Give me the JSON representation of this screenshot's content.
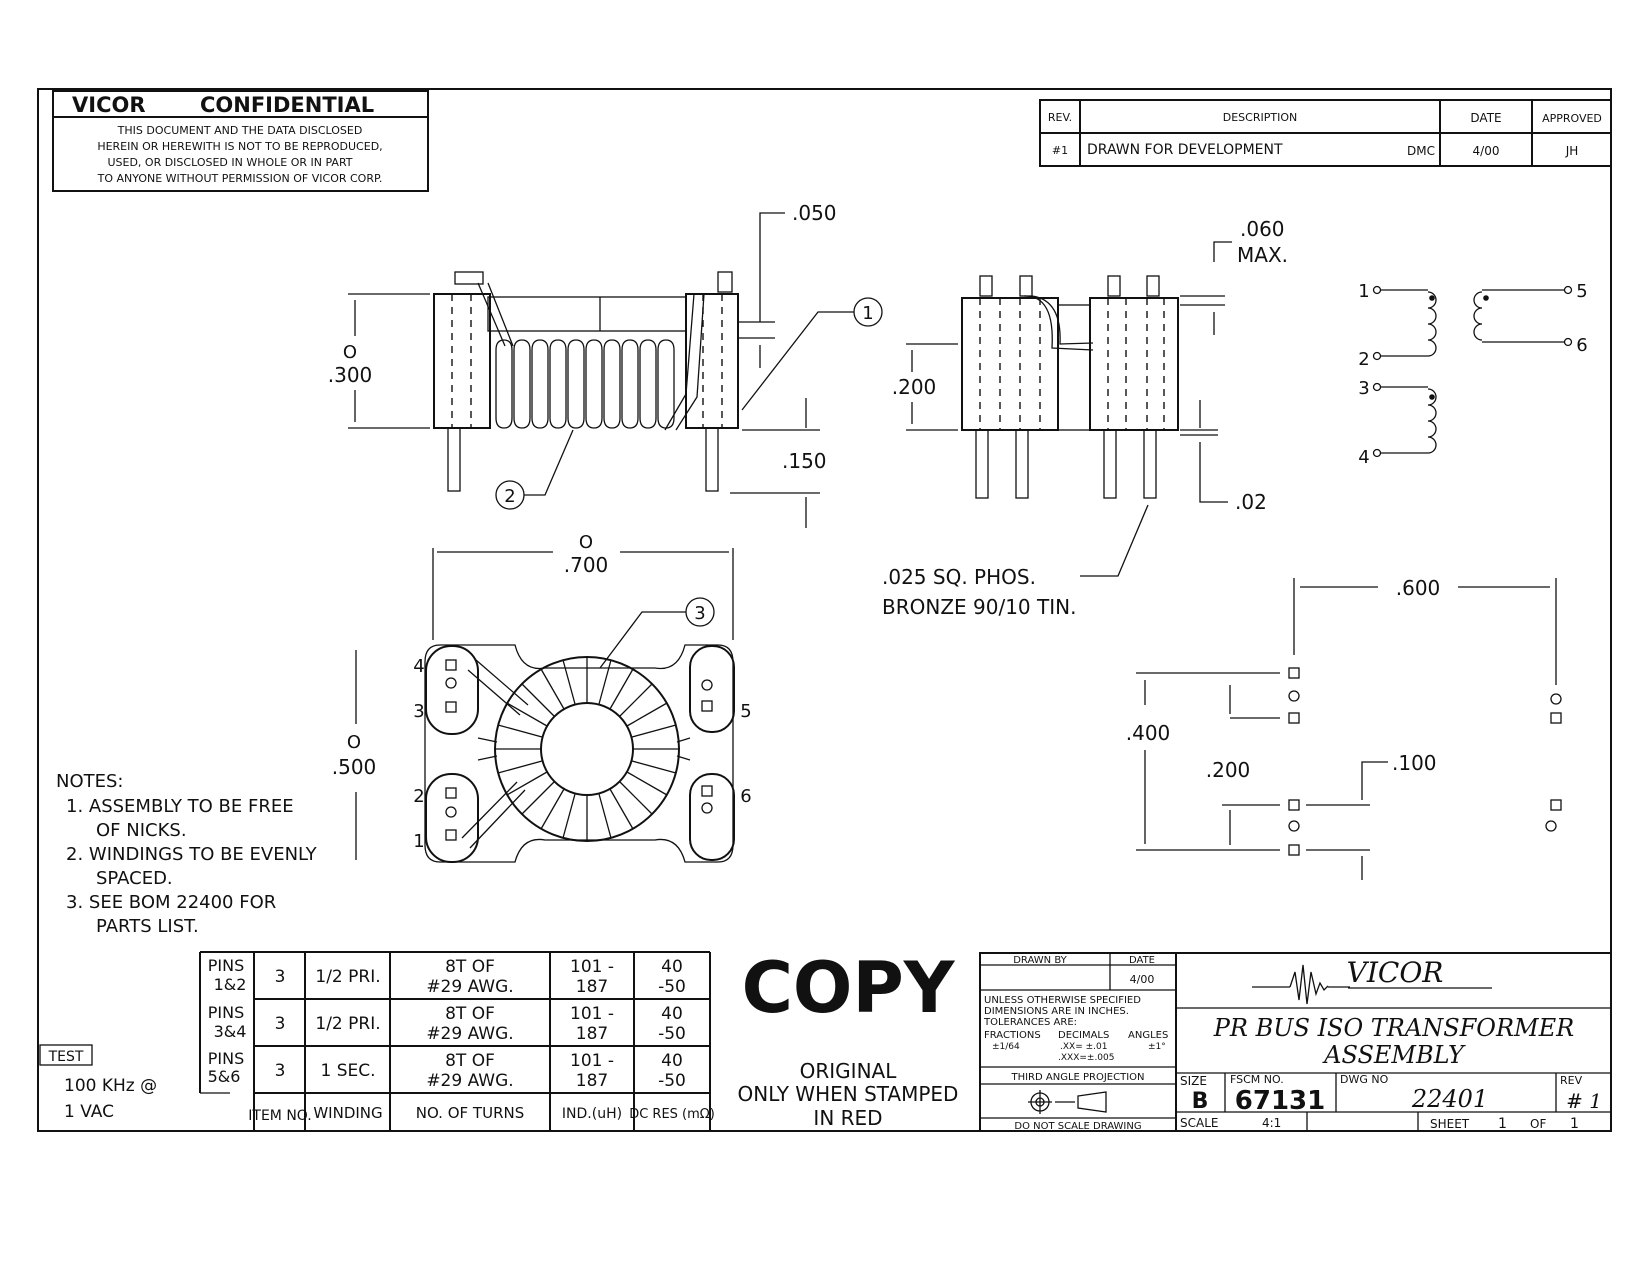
{
  "confidential": {
    "title_left": "VICOR",
    "title_right": "CONFIDENTIAL",
    "lines": [
      "THIS DOCUMENT AND THE DATA DISCLOSED",
      "HEREIN OR HEREWITH IS NOT TO BE REPRODUCED,",
      "USED, OR DISCLOSED IN WHOLE OR IN PART",
      "TO ANYONE WITHOUT PERMISSION OF VICOR CORP."
    ]
  },
  "revision_table": {
    "headers": [
      "REV.",
      "DESCRIPTION",
      "DATE",
      "APPROVED"
    ],
    "row": {
      "rev": "#1",
      "description": "DRAWN FOR DEVELOPMENT",
      "by": "DMC",
      "date": "4/00",
      "approved": "JH"
    }
  },
  "dimensions": {
    "side_top_offset": ".050",
    "side_height": ".300",
    "side_height_tol": "O",
    "pin_length": ".150",
    "end_max": ".060",
    "end_max_label": "MAX.",
    "end_body": ".200",
    "end_standoff": ".02",
    "top_width": ".700",
    "top_width_tol": "O",
    "top_height": ".500",
    "top_height_tol": "O",
    "pad_width": ".600",
    "pad_height": ".400",
    "pad_group": ".200",
    "pad_pitch": ".100"
  },
  "pin_material": [
    ".025 SQ. PHOS.",
    "BRONZE 90/10 TIN."
  ],
  "callouts": [
    "1",
    "2",
    "3"
  ],
  "pins": [
    "1",
    "2",
    "3",
    "4",
    "5",
    "6"
  ],
  "notes": {
    "heading": "NOTES:",
    "items": [
      "1. ASSEMBLY TO BE FREE",
      "OF NICKS.",
      "2. WINDINGS TO BE EVENLY",
      "SPACED.",
      "3. SEE BOM 22400 FOR",
      "PARTS LIST."
    ]
  },
  "test": {
    "label": "TEST",
    "lines": [
      "100 KHz @",
      "1 VAC"
    ]
  },
  "winding_table": {
    "headers": [
      "ITEM NO.",
      "WINDING",
      "NO. OF TURNS",
      "IND.(uH)",
      "DC RES (mΩ)"
    ],
    "rows": [
      {
        "pins": [
          "PINS",
          "1&2"
        ],
        "item": "3",
        "winding": "1/2 PRI.",
        "turns": [
          "8T OF",
          "#29 AWG."
        ],
        "ind": [
          "101 -",
          "187"
        ],
        "res": [
          "40",
          "-50"
        ]
      },
      {
        "pins": [
          "PINS",
          "3&4"
        ],
        "item": "3",
        "winding": "1/2 PRI.",
        "turns": [
          "8T OF",
          "#29 AWG."
        ],
        "ind": [
          "101 -",
          "187"
        ],
        "res": [
          "40",
          "-50"
        ]
      },
      {
        "pins": [
          "PINS",
          "5&6"
        ],
        "item": "3",
        "winding": "1 SEC.",
        "turns": [
          "8T OF",
          "#29 AWG."
        ],
        "ind": [
          "101 -",
          "187"
        ],
        "res": [
          "40",
          "-50"
        ]
      }
    ]
  },
  "stamp": {
    "copy": "COPY",
    "lines": [
      "ORIGINAL",
      "ONLY WHEN STAMPED",
      "IN RED"
    ]
  },
  "title_block": {
    "drawn_by_label": "DRAWN BY",
    "date_label": "DATE",
    "date_value": "4/00",
    "tolerance_lines": [
      "UNLESS OTHERWISE SPECIFIED",
      "DIMENSIONS ARE IN INCHES.",
      "TOLERANCES ARE:"
    ],
    "tolerance_headers": [
      "FRACTIONS",
      "DECIMALS",
      "ANGLES"
    ],
    "tolerance_values": [
      "±1/64",
      ".XX= ±.01",
      "±1°",
      ".XXX=±.005"
    ],
    "projection_label": "THIRD ANGLE PROJECTION",
    "no_scale": "DO NOT SCALE DRAWING",
    "company": "VICOR",
    "title_lines": [
      "PR BUS ISO TRANSFORMER",
      "ASSEMBLY"
    ],
    "size_label": "SIZE",
    "size": "B",
    "fscm_label": "FSCM NO.",
    "fscm": "67131",
    "dwg_label": "DWG NO",
    "dwg": "22401",
    "rev_label": "REV",
    "rev": "# 1",
    "scale_label": "SCALE",
    "scale": "4:1",
    "sheet_label": "SHEET",
    "sheet": "1",
    "of_label": "OF",
    "of": "1"
  }
}
